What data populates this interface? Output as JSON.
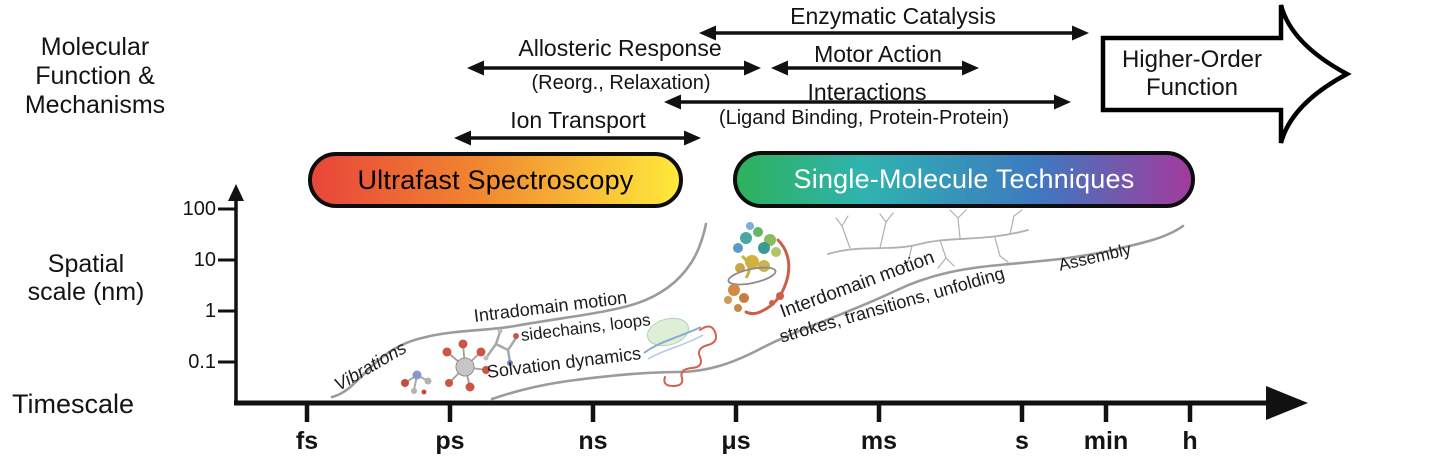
{
  "figure": {
    "left_heading": {
      "lines": [
        "Molecular",
        "Function &",
        "Mechanisms"
      ]
    },
    "processes": {
      "enzymatic_catalysis": {
        "label": "Enzymatic Catalysis"
      },
      "allosteric_response": {
        "label": "Allosteric Response",
        "sublabel": "(Reorg., Relaxation)"
      },
      "motor_action": {
        "label": "Motor Action"
      },
      "interactions": {
        "label": "Interactions",
        "sublabel": "(Ligand Binding, Protein-Protein)"
      },
      "ion_transport": {
        "label": "Ion Transport"
      }
    },
    "higher_order_arrow": {
      "lines": [
        "Higher-Order",
        "Function"
      ]
    },
    "technique_bars": {
      "ultrafast_spectroscopy": {
        "label": "Ultrafast Spectroscopy",
        "gradient": [
          "#E8463A",
          "#F1862F",
          "#FFE93B"
        ],
        "text_color": "#000000"
      },
      "single_molecule": {
        "label": "Single-Molecule Techniques",
        "gradient": [
          "#2EB25C",
          "#2FB3B0",
          "#3E79C1",
          "#A23B9D"
        ],
        "text_color": "#FFFFFF"
      }
    },
    "axes": {
      "y_label_lines": [
        "Spatial",
        "scale (nm)"
      ],
      "y_ticks": [
        "100",
        "10",
        "1",
        "0.1"
      ],
      "x_label": "Timescale",
      "x_ticks": [
        "fs",
        "ps",
        "ns",
        "μs",
        "ms",
        "s",
        "min",
        "h"
      ]
    },
    "annotations": {
      "vibrations": "Vibrations",
      "intradomain_motion": "Intradomain motion",
      "sidechains_loops": "sidechains, loops",
      "solvation_dynamics": "Solvation dynamics",
      "interdomain_motion": "Interdomain motion",
      "strokes_transitions_unfolding": "strokes, transitions, unfolding",
      "assembly": "Assembly"
    }
  }
}
